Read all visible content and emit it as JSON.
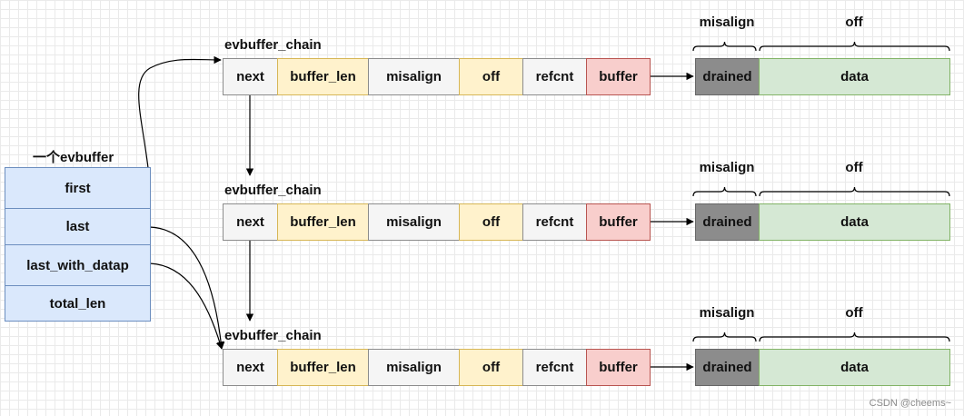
{
  "evbuffer": {
    "title": "一个evbuffer",
    "fields": [
      "first",
      "last",
      "last_with_datap",
      "total_len"
    ]
  },
  "chains": [
    {
      "title": "evbuffer_chain",
      "fields": [
        "next",
        "buffer_len",
        "misalign",
        "off",
        "refcnt",
        "buffer"
      ],
      "buffer": {
        "drained": "drained",
        "data": "data"
      },
      "braces": {
        "misalign": "misalign",
        "off": "off"
      }
    },
    {
      "title": "evbuffer_chain",
      "fields": [
        "next",
        "buffer_len",
        "misalign",
        "off",
        "refcnt",
        "buffer"
      ],
      "buffer": {
        "drained": "drained",
        "data": "data"
      },
      "braces": {
        "misalign": "misalign",
        "off": "off"
      }
    },
    {
      "title": "evbuffer_chain",
      "fields": [
        "next",
        "buffer_len",
        "misalign",
        "off",
        "refcnt",
        "buffer"
      ],
      "buffer": {
        "drained": "drained",
        "data": "data"
      },
      "braces": {
        "misalign": "misalign",
        "off": "off"
      }
    }
  ],
  "colors": {
    "neutral": "#f5f5f5",
    "yellow": "#fff2cc",
    "red": "#f8cecc",
    "drained": "#8c8c8c",
    "data": "#d5e8d4",
    "evbuffer": "#dae8fc"
  },
  "watermark": "CSDN @cheems~"
}
